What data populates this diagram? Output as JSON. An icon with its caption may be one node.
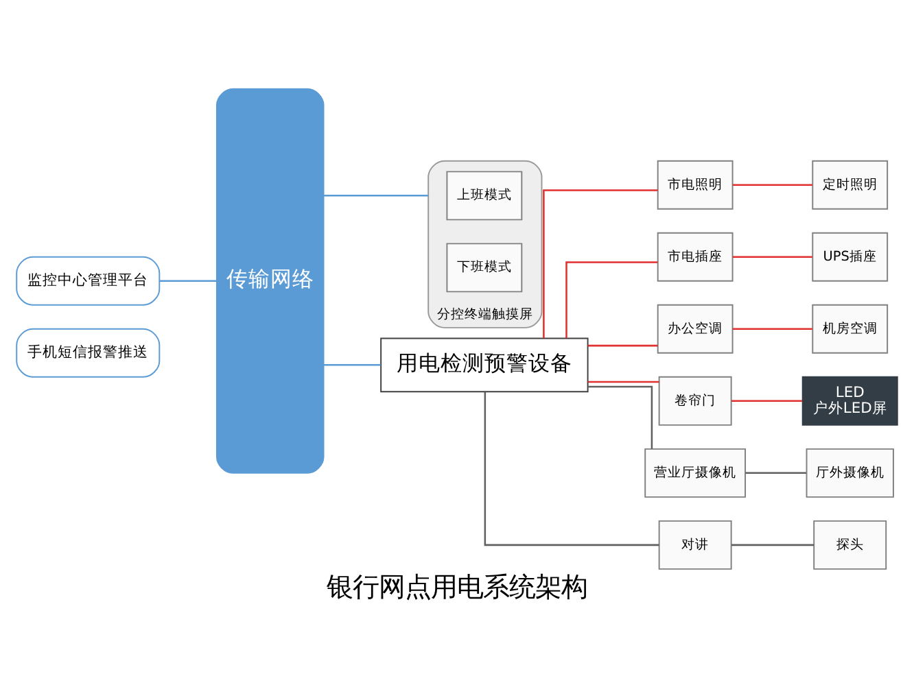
{
  "diagram": {
    "caption": "银行网点用电系统架构",
    "nodes": [
      {
        "text": [
          "手机短信报警推送"
        ]
      },
      {
        "text": [
          "传输网络"
        ]
      },
      {
        "text": [
          "监控中心管理平台"
        ]
      },
      {
        "text": [
          "分控终端触摸屏"
        ]
      },
      {
        "text": [
          "上班模式"
        ],
        "in": 3
      },
      {
        "text": [
          "下班模式"
        ],
        "in": 3
      },
      {
        "text": [
          "用电检测预警设备"
        ]
      },
      {
        "text": [
          "市电照明"
        ]
      },
      {
        "text": [
          "定时照明"
        ]
      },
      {
        "text": [
          "市电插座"
        ]
      },
      {
        "text": [
          "UPS插座"
        ]
      },
      {
        "text": [
          "办公空调"
        ]
      },
      {
        "text": [
          "机房空调"
        ]
      },
      {
        "text": [
          "卷帘门"
        ]
      },
      {
        "text": [
          "LED",
          "户外LED屏"
        ]
      },
      {
        "text": [
          "营业厅摄像机"
        ]
      },
      {
        "text": [
          "厅外摄像机"
        ]
      },
      {
        "text": [
          "对讲"
        ]
      },
      {
        "text": [
          "探头"
        ]
      }
    ],
    "edges": [
      {
        "from": 2,
        "to": 1,
        "arrow": "none",
        "color": "#5b9bd5"
      },
      {
        "from": 1,
        "to": 3,
        "arrow": "none",
        "color": "#5b9bd5"
      },
      {
        "from": 1,
        "to": 6,
        "arrow": "none",
        "color": "#5b9bd5"
      },
      {
        "from": 6,
        "to": 7,
        "arrow": "none"
      },
      {
        "from": 7,
        "to": 8,
        "arrow": "none"
      },
      {
        "from": 6,
        "to": 9,
        "arrow": "none"
      },
      {
        "from": 9,
        "to": 10,
        "arrow": "none"
      },
      {
        "from": 6,
        "to": 11,
        "arrow": "none"
      },
      {
        "from": 11,
        "to": 12,
        "arrow": "none"
      },
      {
        "from": 6,
        "to": 13,
        "arrow": "none"
      },
      {
        "from": 13,
        "to": 14,
        "arrow": "none"
      },
      {
        "from": 6,
        "to": 15,
        "arrow": "none",
        "color": "#606060"
      },
      {
        "from": 15,
        "to": 16,
        "arrow": "none",
        "color": "#606060"
      },
      {
        "from": 6,
        "to": 17,
        "arrow": "none",
        "color": "#606060"
      },
      {
        "from": 17,
        "to": 18,
        "arrow": "none",
        "color": "#606060"
      }
    ]
  }
}
